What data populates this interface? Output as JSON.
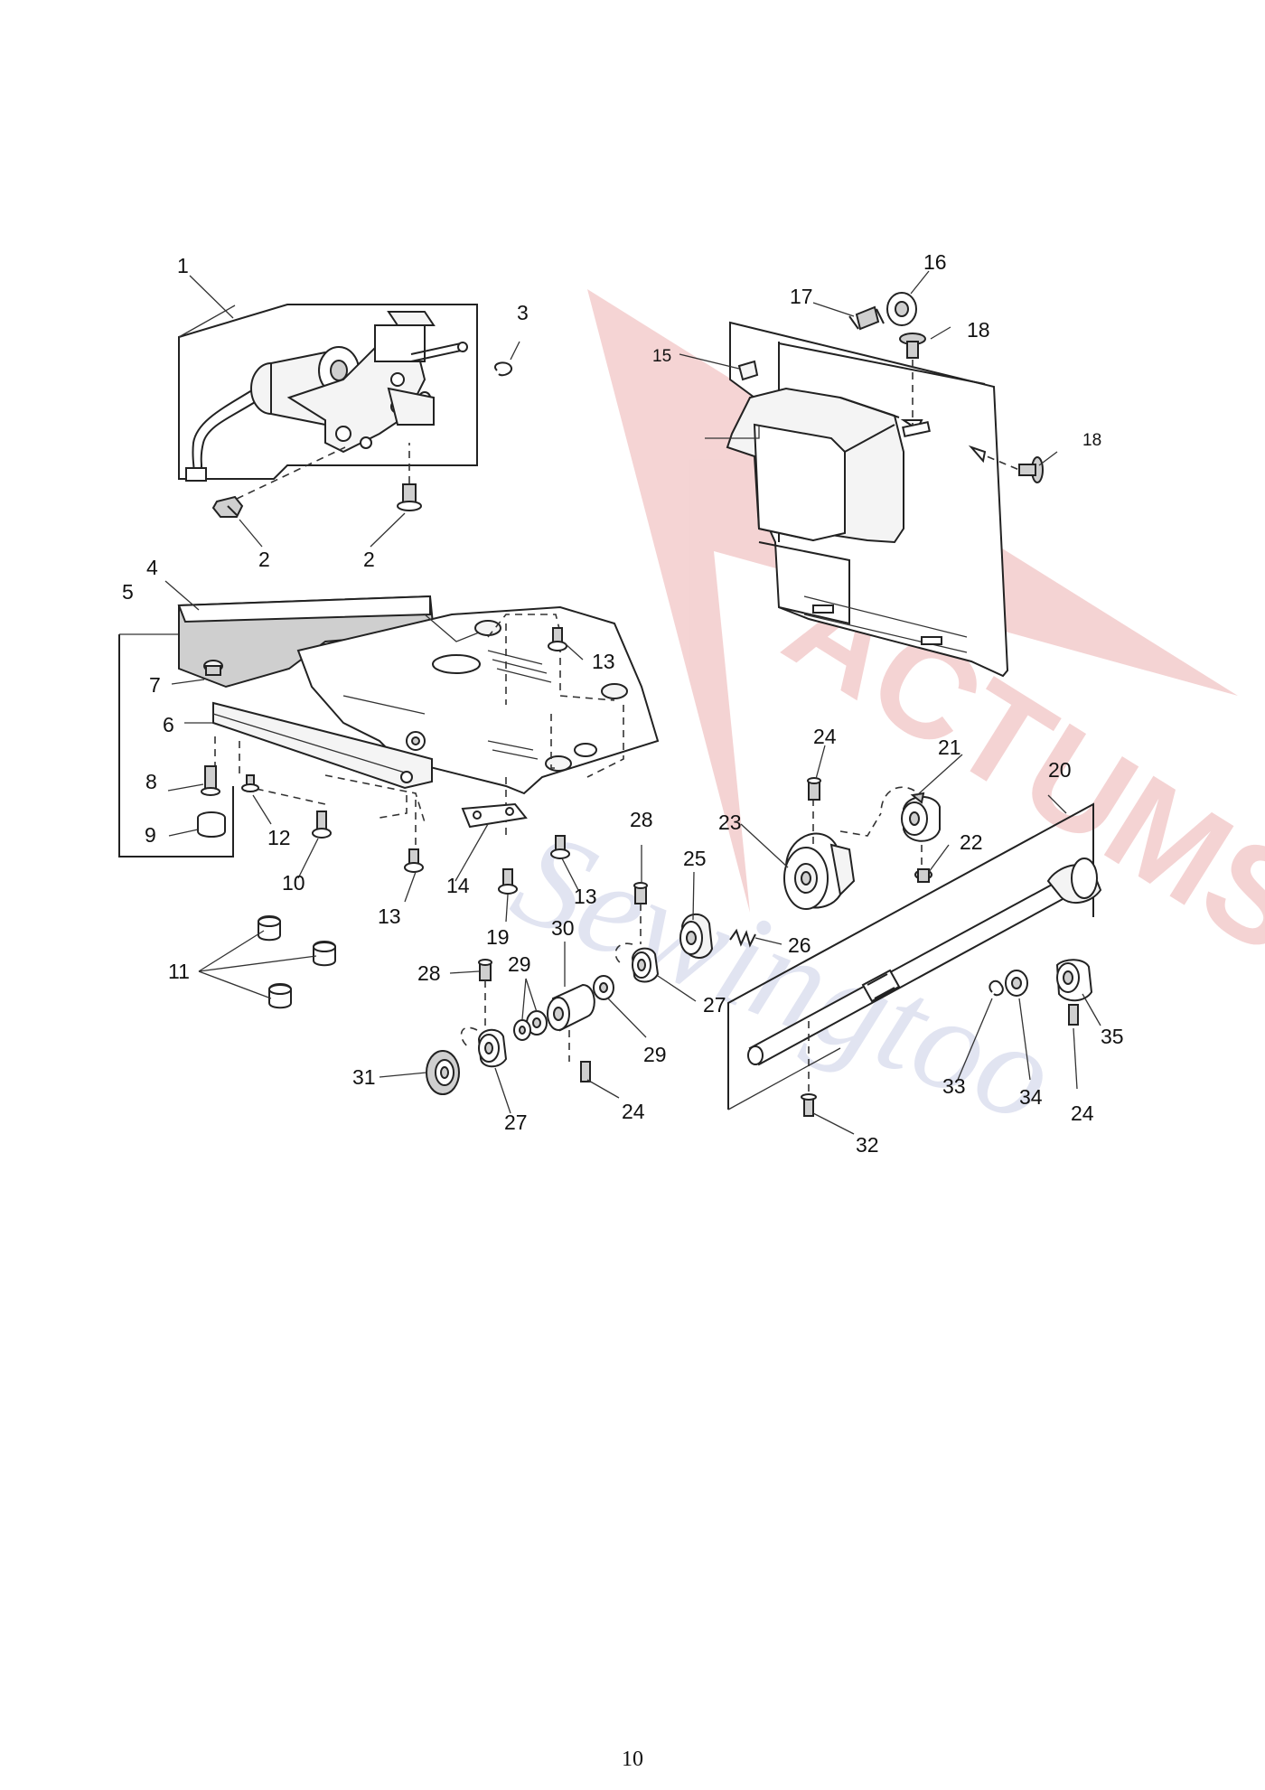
{
  "page_number": "10",
  "watermark": {
    "color": "#d23a3a",
    "color_secondary": "#7b86c4",
    "text": "ACTUMS",
    "text_secondary": "Sewingtoo"
  },
  "labels": {
    "l1": "1",
    "l3": "3",
    "l2a": "2",
    "l2b": "2",
    "l4": "4",
    "l5": "5",
    "l6": "6",
    "l7": "7",
    "l8": "8",
    "l9": "9",
    "l10": "10",
    "l11": "11",
    "l12": "12",
    "l13a": "13",
    "l13b": "13",
    "l13c": "13",
    "l14": "14",
    "l15": "15",
    "l16": "16",
    "l17": "17",
    "l18a": "18",
    "l18b": "18",
    "l19": "19",
    "l20": "20",
    "l21": "21",
    "l22": "22",
    "l23": "23",
    "l24a": "24",
    "l24b": "24",
    "l24c": "24",
    "l25": "25",
    "l26": "26",
    "l27a": "27",
    "l27b": "27",
    "l28a": "28",
    "l28b": "28",
    "l29a": "29",
    "l29b": "29",
    "l30": "30",
    "l31": "31",
    "l32": "32",
    "l33": "33",
    "l34": "34",
    "l35": "35"
  }
}
